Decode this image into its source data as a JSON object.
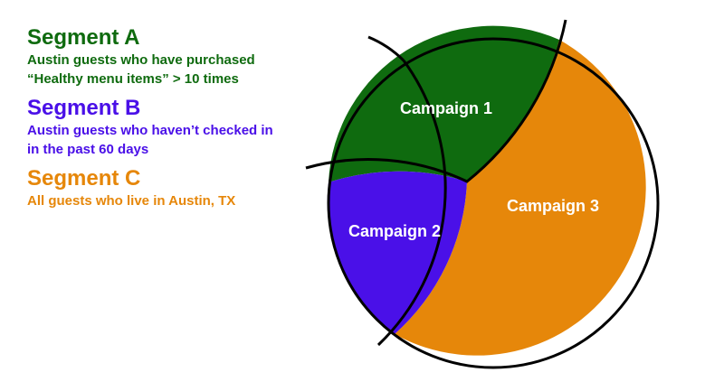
{
  "segments": [
    {
      "title": "Segment A",
      "line1": "Austin guests who have purchased",
      "line2": "“Healthy menu items” > 10 times",
      "color": "#0f6b0f"
    },
    {
      "title": "Segment B",
      "line1": "Austin guests who haven’t checked in",
      "line2": "in the past 60 days",
      "color": "#4a10e8"
    },
    {
      "title": "Segment C",
      "line1": "All guests who live in Austin, TX",
      "line2": "",
      "color": "#e6870a"
    }
  ],
  "regions": {
    "campaign1": {
      "label": "Campaign 1",
      "color": "#0f6b0f"
    },
    "campaign2": {
      "label": "Campaign 2",
      "color": "#4a10e8"
    },
    "campaign3": {
      "label": "Campaign 3",
      "color": "#e6870a"
    }
  },
  "outline_color": "#000000"
}
